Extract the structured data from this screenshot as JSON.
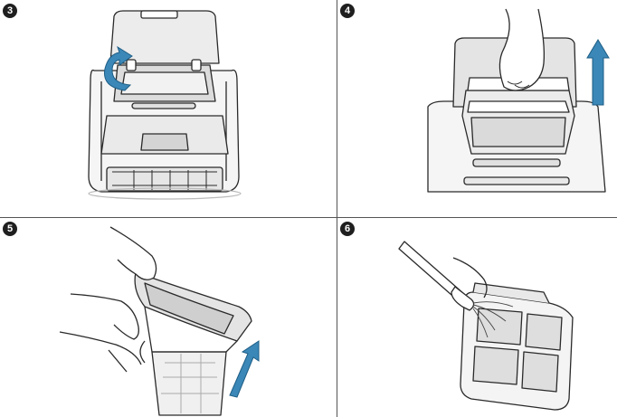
{
  "steps": [
    {
      "number": "3"
    },
    {
      "number": "4"
    },
    {
      "number": "5"
    },
    {
      "number": "6"
    }
  ],
  "colors": {
    "arrow": "#3b88b8",
    "outline": "#2a2a2a",
    "fill_light": "#ededed",
    "fill_mid": "#d6d6d6",
    "divider": "#555555"
  },
  "icons": {
    "step3": "rotate-lid-arrow-icon",
    "step4": "lift-up-arrow-icon",
    "step5": "lift-up-arrow-icon",
    "step6": "water-hose-icon"
  }
}
